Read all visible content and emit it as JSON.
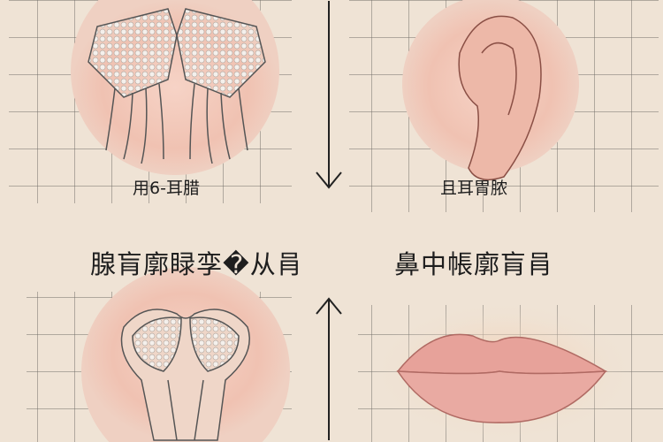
{
  "panels": {
    "top_left": {
      "caption": "用6-耳腊",
      "icon": "lungs-illustration"
    },
    "top_right": {
      "caption": "且耳胃脓",
      "icon": "ear-illustration"
    },
    "bottom_left": {
      "title": "腺肓廓睩孪�从肙",
      "icon": "organ-illustration"
    },
    "bottom_right": {
      "title": "鼻中帳廓肓肙",
      "icon": "lips-illustration"
    }
  },
  "colors": {
    "background": "#efe3d5",
    "circle": "#eebfae",
    "lips": "#e8a49c",
    "line": "#222222"
  }
}
